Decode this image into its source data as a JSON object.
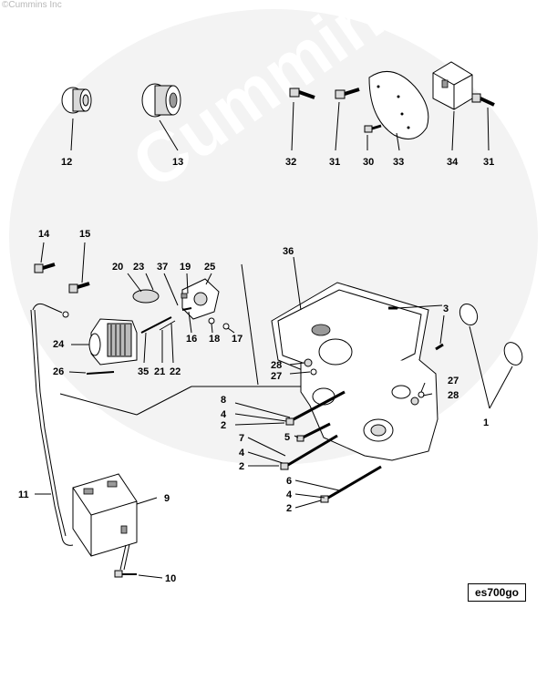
{
  "watermark": {
    "copyright": "©Cummins Inc",
    "brand": "Cummins"
  },
  "reference_code": "es700go",
  "callouts": {
    "c12": "12",
    "c13": "13",
    "c32": "32",
    "c31a": "31",
    "c30": "30",
    "c33": "33",
    "c34": "34",
    "c31b": "31",
    "c14": "14",
    "c15": "15",
    "c20": "20",
    "c23": "23",
    "c37": "37",
    "c19": "19",
    "c25": "25",
    "c16": "16",
    "c18": "18",
    "c17": "17",
    "c24": "24",
    "c26": "26",
    "c35": "35",
    "c21": "21",
    "c22": "22",
    "c36": "36",
    "c3": "3",
    "c28a": "28",
    "c27a": "27",
    "c27b": "27",
    "c28b": "28",
    "c1": "1",
    "c8": "8",
    "c4a": "4",
    "c2a": "2",
    "c5": "5",
    "c7": "7",
    "c4b": "4",
    "c2b": "2",
    "c6": "6",
    "c4c": "4",
    "c2c": "2",
    "c11": "11",
    "c9": "9",
    "c10": "10"
  }
}
